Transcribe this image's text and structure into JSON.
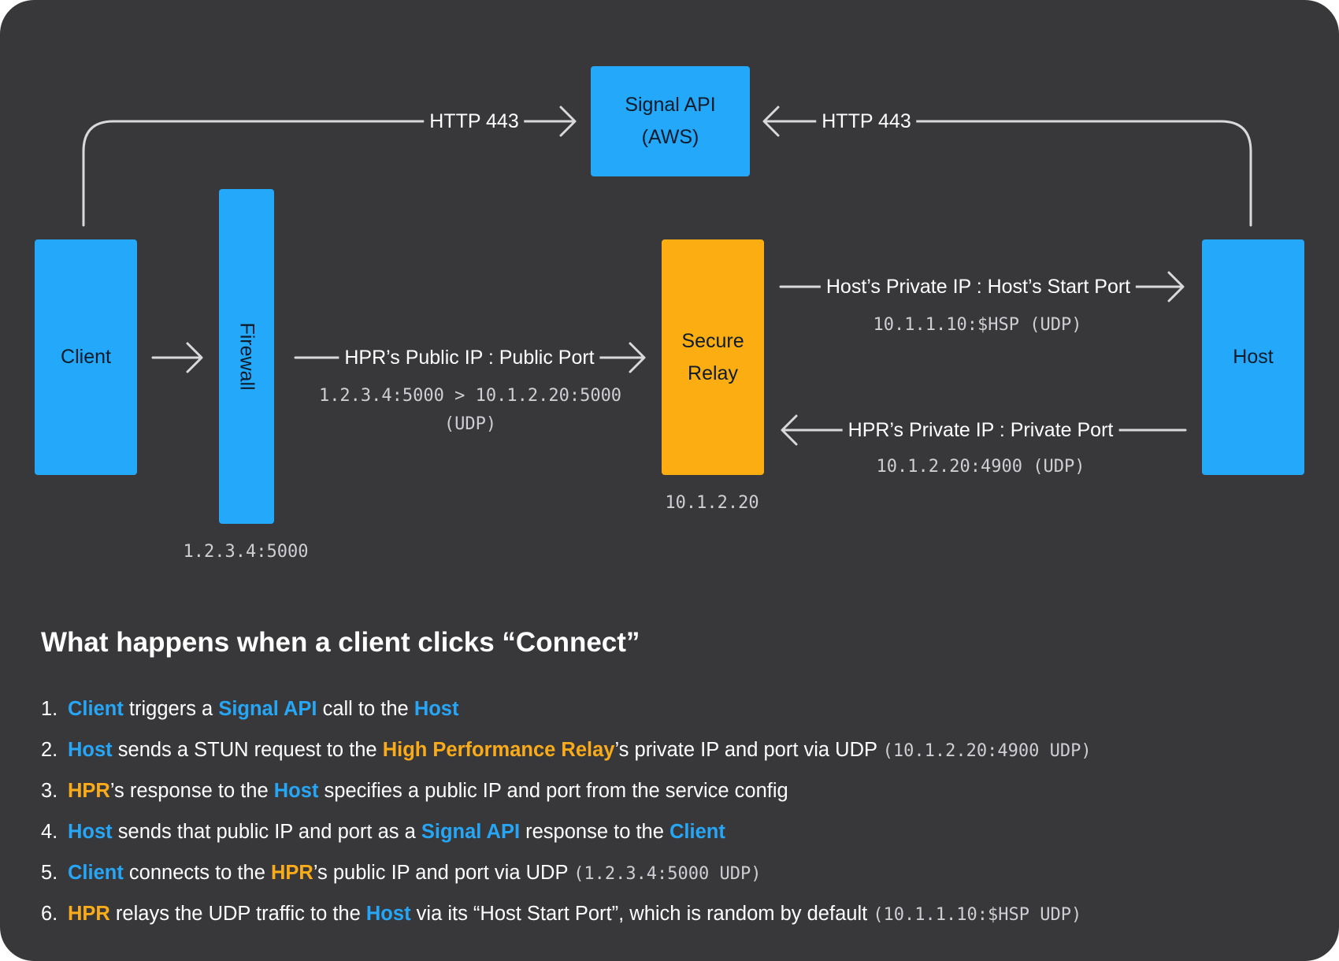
{
  "nodes": {
    "signal_api": [
      "Signal API",
      "(AWS)"
    ],
    "client": "Client",
    "firewall": "Firewall",
    "secure_relay": [
      "Secure",
      "Relay"
    ],
    "host": "Host"
  },
  "edges": {
    "client_signal": "HTTP 443",
    "host_signal": "HTTP 443",
    "firewall_relay": "HPR’s Public IP : Public Port",
    "firewall_relay_detail": [
      "1.2.3.4:5000 > 10.1.2.20:5000",
      "(UDP)"
    ],
    "relay_host": "Host’s Private IP : Host’s Start Port",
    "relay_host_detail": "10.1.1.10:$HSP (UDP)",
    "host_relay": "HPR’s Private IP : Private Port",
    "host_relay_detail": "10.1.2.20:4900 (UDP)"
  },
  "addresses": {
    "relay": "10.1.2.20",
    "firewall": "1.2.3.4:5000"
  },
  "heading": "What happens when a client clicks “Connect”",
  "steps": [
    [
      {
        "t": "1."
      },
      {
        "t": "Client",
        "s": "b"
      },
      {
        "t": " triggers a "
      },
      {
        "t": "Signal API",
        "s": "b"
      },
      {
        "t": " call to the "
      },
      {
        "t": "Host",
        "s": "b"
      }
    ],
    [
      {
        "t": "2."
      },
      {
        "t": "Host",
        "s": "b"
      },
      {
        "t": " sends a STUN request to the "
      },
      {
        "t": "High Performance Relay",
        "s": "o"
      },
      {
        "t": "’s private IP and port via UDP "
      },
      {
        "t": "(10.1.2.20:4900 UDP)",
        "s": "c"
      }
    ],
    [
      {
        "t": "3."
      },
      {
        "t": "HPR",
        "s": "o"
      },
      {
        "t": "’s response to the "
      },
      {
        "t": "Host",
        "s": "b"
      },
      {
        "t": " specifies a public IP and port from the service config"
      }
    ],
    [
      {
        "t": "4."
      },
      {
        "t": "Host",
        "s": "b"
      },
      {
        "t": " sends that public IP and port as a "
      },
      {
        "t": "Signal API",
        "s": "b"
      },
      {
        "t": " response to the "
      },
      {
        "t": "Client",
        "s": "b"
      }
    ],
    [
      {
        "t": "5."
      },
      {
        "t": "Client",
        "s": "b"
      },
      {
        "t": " connects to the "
      },
      {
        "t": "HPR",
        "s": "o"
      },
      {
        "t": "’s public IP and port via UDP "
      },
      {
        "t": "(1.2.3.4:5000 UDP)",
        "s": "c"
      }
    ],
    [
      {
        "t": "6."
      },
      {
        "t": "HPR",
        "s": "o"
      },
      {
        "t": " relays the UDP traffic to the "
      },
      {
        "t": "Host",
        "s": "b"
      },
      {
        "t": " via its “Host Start Port”, which is random by default "
      },
      {
        "t": "(10.1.1.10:$HSP UDP)",
        "s": "c"
      }
    ]
  ],
  "colors": {
    "background": "#38383b",
    "node_blue": "#23a8fa",
    "node_orange": "#fbad12",
    "highlight_blue": "#25a6f6",
    "highlight_orange": "#f9ab1a",
    "connector": "#d9d9d9"
  }
}
